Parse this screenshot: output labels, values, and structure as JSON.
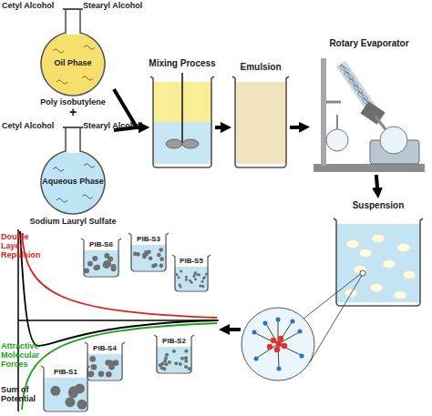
{
  "diagram": {
    "nodes": [
      {
        "text": [
          "Cetyl Alcohol",
          "Stearyl Alcohol",
          "Oil Phase",
          "Poly isobutylene"
        ]
      },
      {
        "text": [
          "Cetyl Alcohol",
          "Stearyl Alcohol",
          "Aqueous Phase",
          "Sodium Lauryl Sulfate"
        ]
      },
      {
        "text": [
          "Mixing Process"
        ]
      },
      {
        "text": [
          "Emulsion"
        ]
      },
      {
        "text": [
          "Rotary Evaporator"
        ]
      },
      {
        "text": [
          "Suspension"
        ]
      },
      {
        "text": [
          "PIB-S6"
        ]
      },
      {
        "text": [
          "PIB-S3"
        ]
      },
      {
        "text": [
          "PIB-S5"
        ]
      },
      {
        "text": [
          "PIB-S4"
        ]
      },
      {
        "text": [
          "PIB-S2"
        ]
      },
      {
        "text": [
          "PIB-S1"
        ]
      }
    ],
    "edges": [
      {
        "from": 0,
        "to": 2,
        "arrow": "to"
      },
      {
        "from": 1,
        "to": 2,
        "arrow": "to"
      },
      {
        "from": 2,
        "to": 3,
        "arrow": "to"
      },
      {
        "from": 3,
        "to": 4,
        "arrow": "to"
      },
      {
        "from": 4,
        "to": 5,
        "arrow": "to"
      }
    ],
    "labels": [
      "+",
      "Double Layer Repulsion",
      "Attractive Molecular Forces",
      "Sum of Potential"
    ]
  }
}
